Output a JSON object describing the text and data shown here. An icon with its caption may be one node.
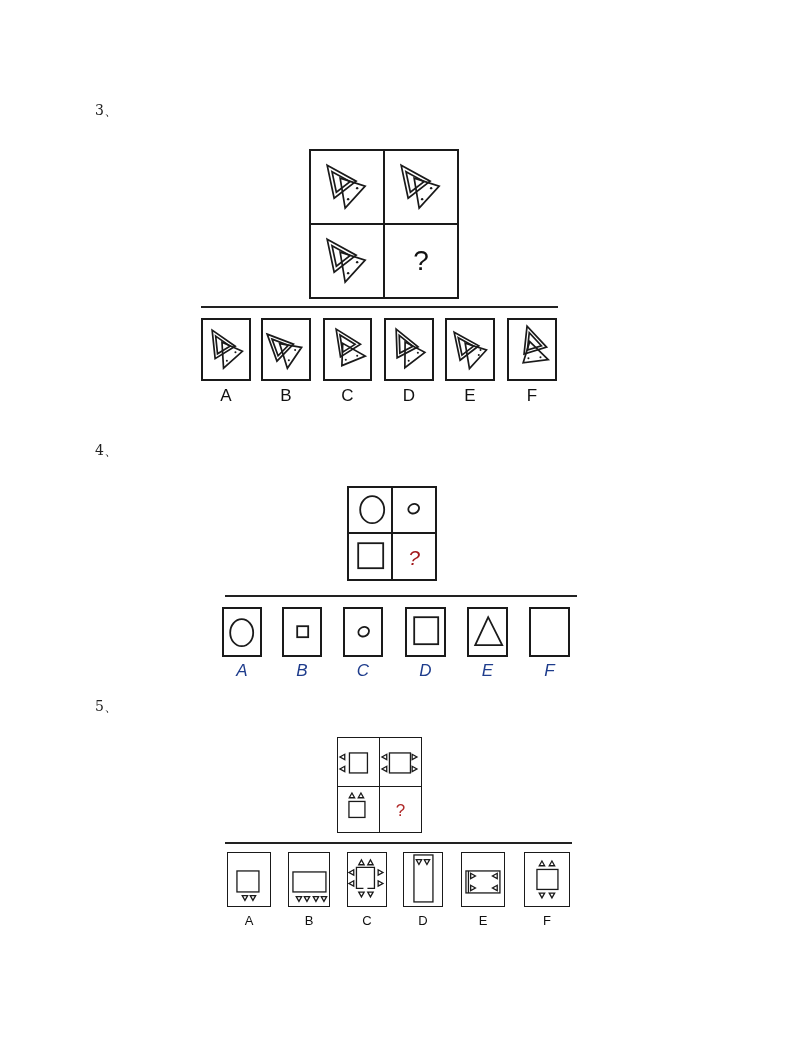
{
  "diagram": {
    "nodes": [
      {
        "text": [],
        "shape": "picture"
      },
      {
        "text": [],
        "shape": "picture"
      },
      {
        "text": [],
        "shape": "picture"
      },
      {
        "text": [
          "?"
        ]
      },
      {
        "text": [
          "A"
        ]
      },
      {
        "text": [
          "B"
        ]
      },
      {
        "text": [
          "C"
        ]
      },
      {
        "text": [
          "D"
        ]
      },
      {
        "text": [
          "E"
        ]
      },
      {
        "text": [
          "F"
        ]
      },
      {
        "text": [],
        "shape": "picture"
      },
      {
        "text": [],
        "shape": "picture"
      },
      {
        "text": [],
        "shape": "picture"
      },
      {
        "text": [
          "?"
        ]
      },
      {
        "text": [
          "A"
        ]
      },
      {
        "text": [
          "B"
        ]
      },
      {
        "text": [
          "C"
        ]
      },
      {
        "text": [
          "D"
        ]
      },
      {
        "text": [
          "E"
        ]
      },
      {
        "text": [
          "F"
        ]
      },
      {
        "text": [],
        "shape": "picture"
      },
      {
        "text": [],
        "shape": "picture"
      },
      {
        "text": [],
        "shape": "picture"
      },
      {
        "text": [
          "?"
        ]
      },
      {
        "text": [
          "A"
        ]
      },
      {
        "text": [
          "B"
        ]
      },
      {
        "text": [
          "C"
        ]
      },
      {
        "text": [
          "D"
        ]
      },
      {
        "text": [
          "E"
        ]
      },
      {
        "text": [
          "F"
        ]
      }
    ],
    "labels": [
      "3、",
      "4、",
      "5、"
    ]
  }
}
